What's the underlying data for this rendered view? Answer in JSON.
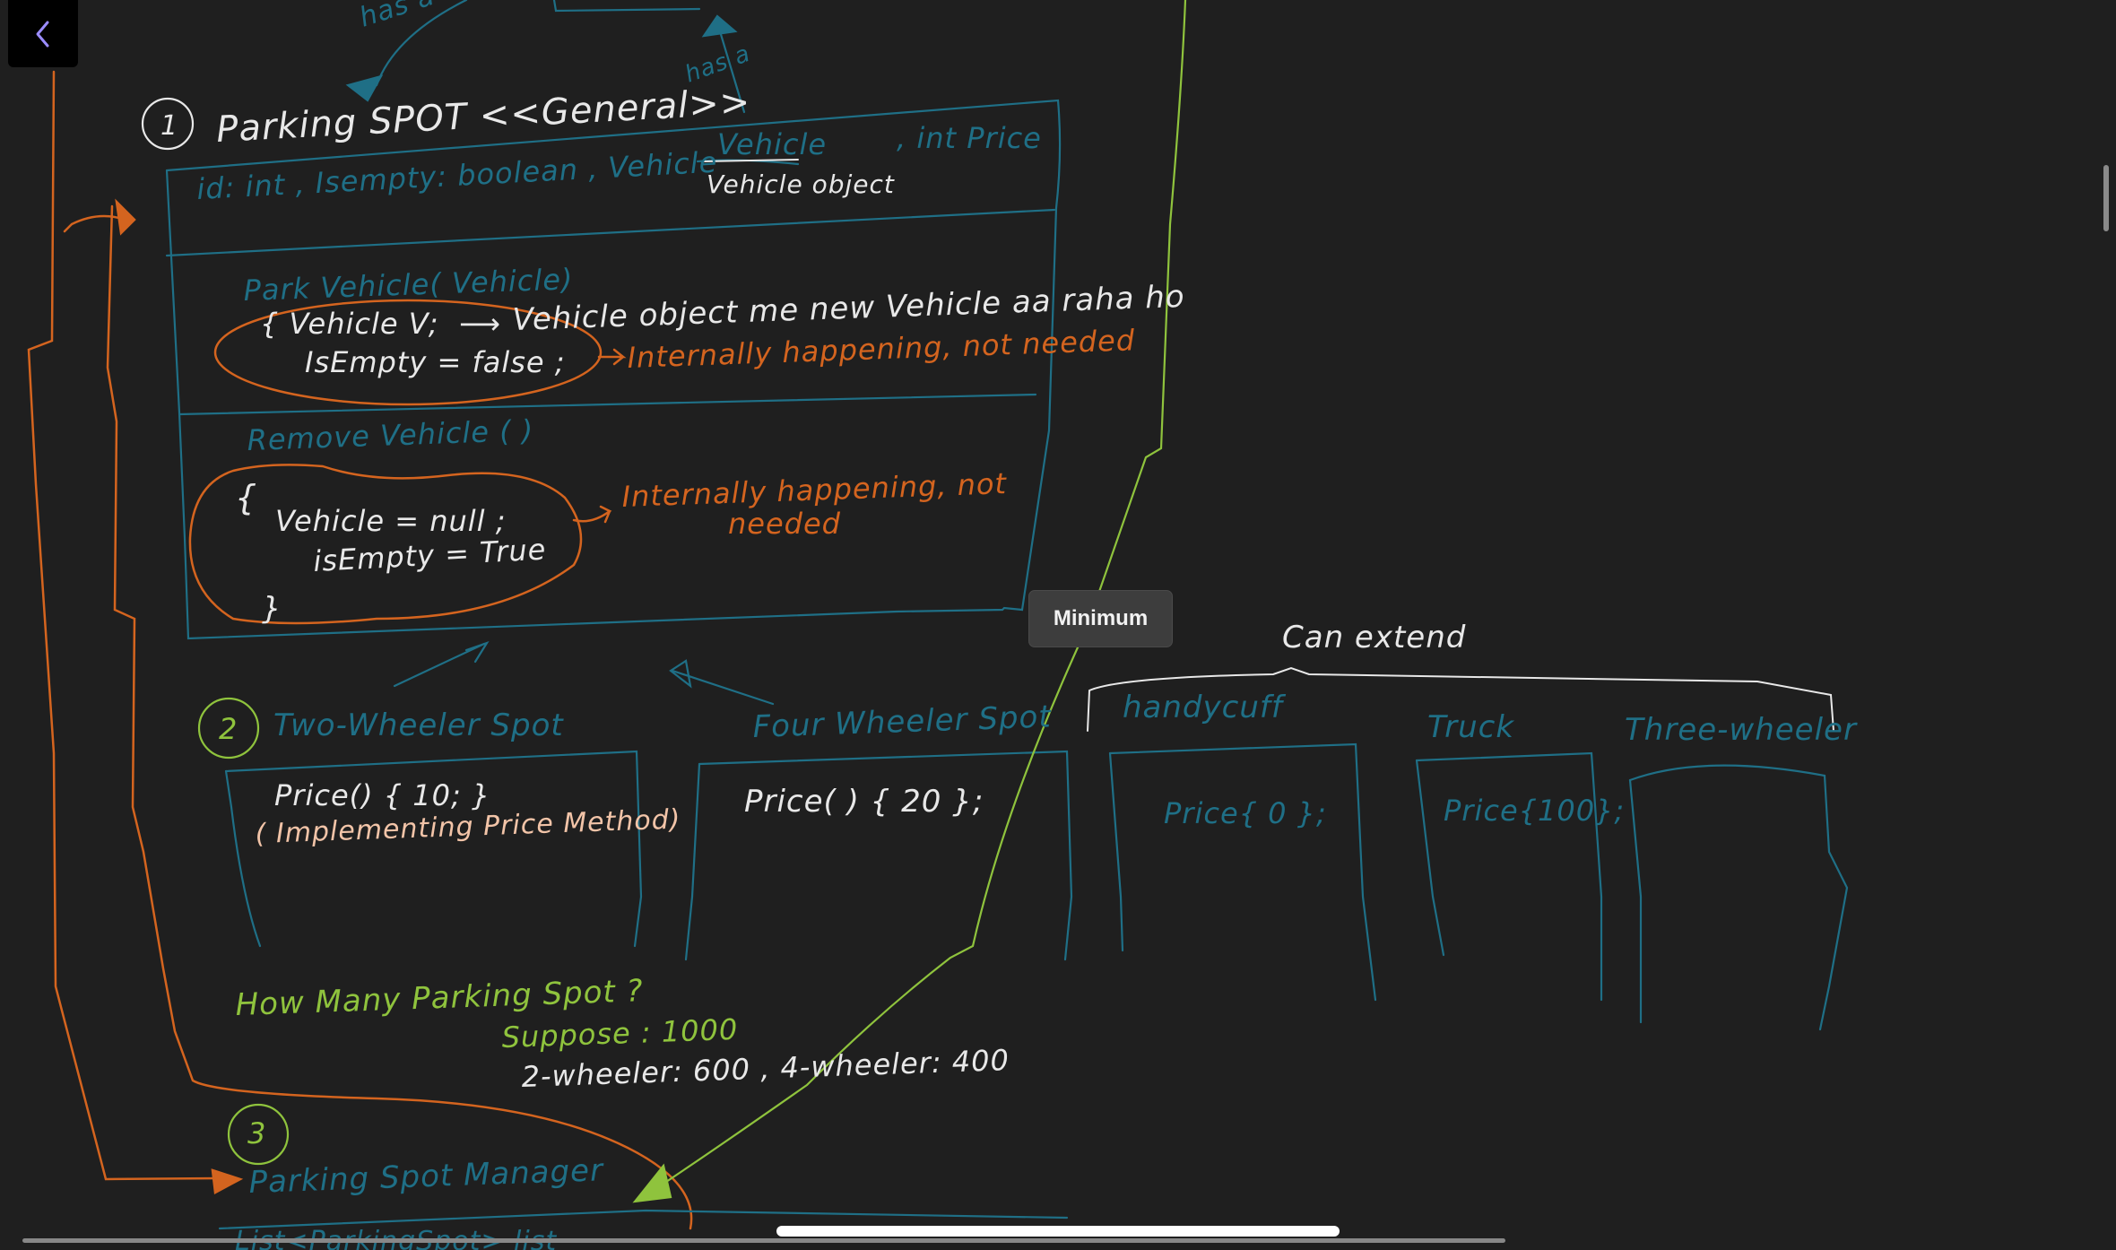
{
  "toolbar": {
    "back_icon": "chevron-left-icon"
  },
  "tooltip": {
    "label": "Minimum"
  },
  "colors": {
    "background": "#1f1f1f",
    "ink_white": "#e8e8e8",
    "ink_teal": "#1f6f86",
    "ink_orange": "#d4641f",
    "ink_green": "#8fc33d"
  },
  "notes": {
    "has_a_top": "has a",
    "has_a_right": "has a",
    "section1": {
      "number": "1",
      "title": "Parking SPOT <<General>>",
      "fields_a": "id: int ,  Isempty: boolean ,  Vehicle",
      "fields_vehicle": "Vehicle",
      "fields_b": ", int Price",
      "vehicle_object": "Vehicle object",
      "park_method": "Park Vehicle( Vehicle)",
      "park_line1": "{  Vehicle V;",
      "park_line2": "IsEmpty = false ;",
      "park_note1": "Vehicle object  me new Vehicle  aa raha ho",
      "park_note2": "Internally  happening, not needed",
      "remove_method": "Remove  Vehicle (  )",
      "remove_open": "{",
      "remove_line1": "Vehicle = null ;",
      "remove_line2": "isEmpty = True",
      "remove_close": "}",
      "remove_note1": "Internally  happening, not",
      "remove_note2": "needed"
    },
    "section2": {
      "number": "2",
      "two_wheeler_title": "Two-Wheeler Spot",
      "two_wheeler_price": "Price() { 10; }",
      "two_wheeler_note": "( Implementing  Price Method)",
      "four_wheeler_title": "Four Wheeler Spot",
      "four_wheeler_price": "Price( ) { 20 };",
      "can_extend": "Can extend",
      "handicuff": "handycuff",
      "handicuff_price": "Price{ 0 };",
      "truck": "Truck",
      "truck_price": "Price{100};",
      "three_wheeler": "Three-wheeler"
    },
    "spots_question": {
      "q": "How  Many  Parking   Spot  ?",
      "suppose": "Suppose : 1000",
      "split": "2-wheeler: 600 ,  4-wheeler: 400"
    },
    "section3": {
      "number": "3",
      "title": "Parking   Spot   Manager",
      "list_partial": "List<ParkingSpot> list"
    }
  }
}
